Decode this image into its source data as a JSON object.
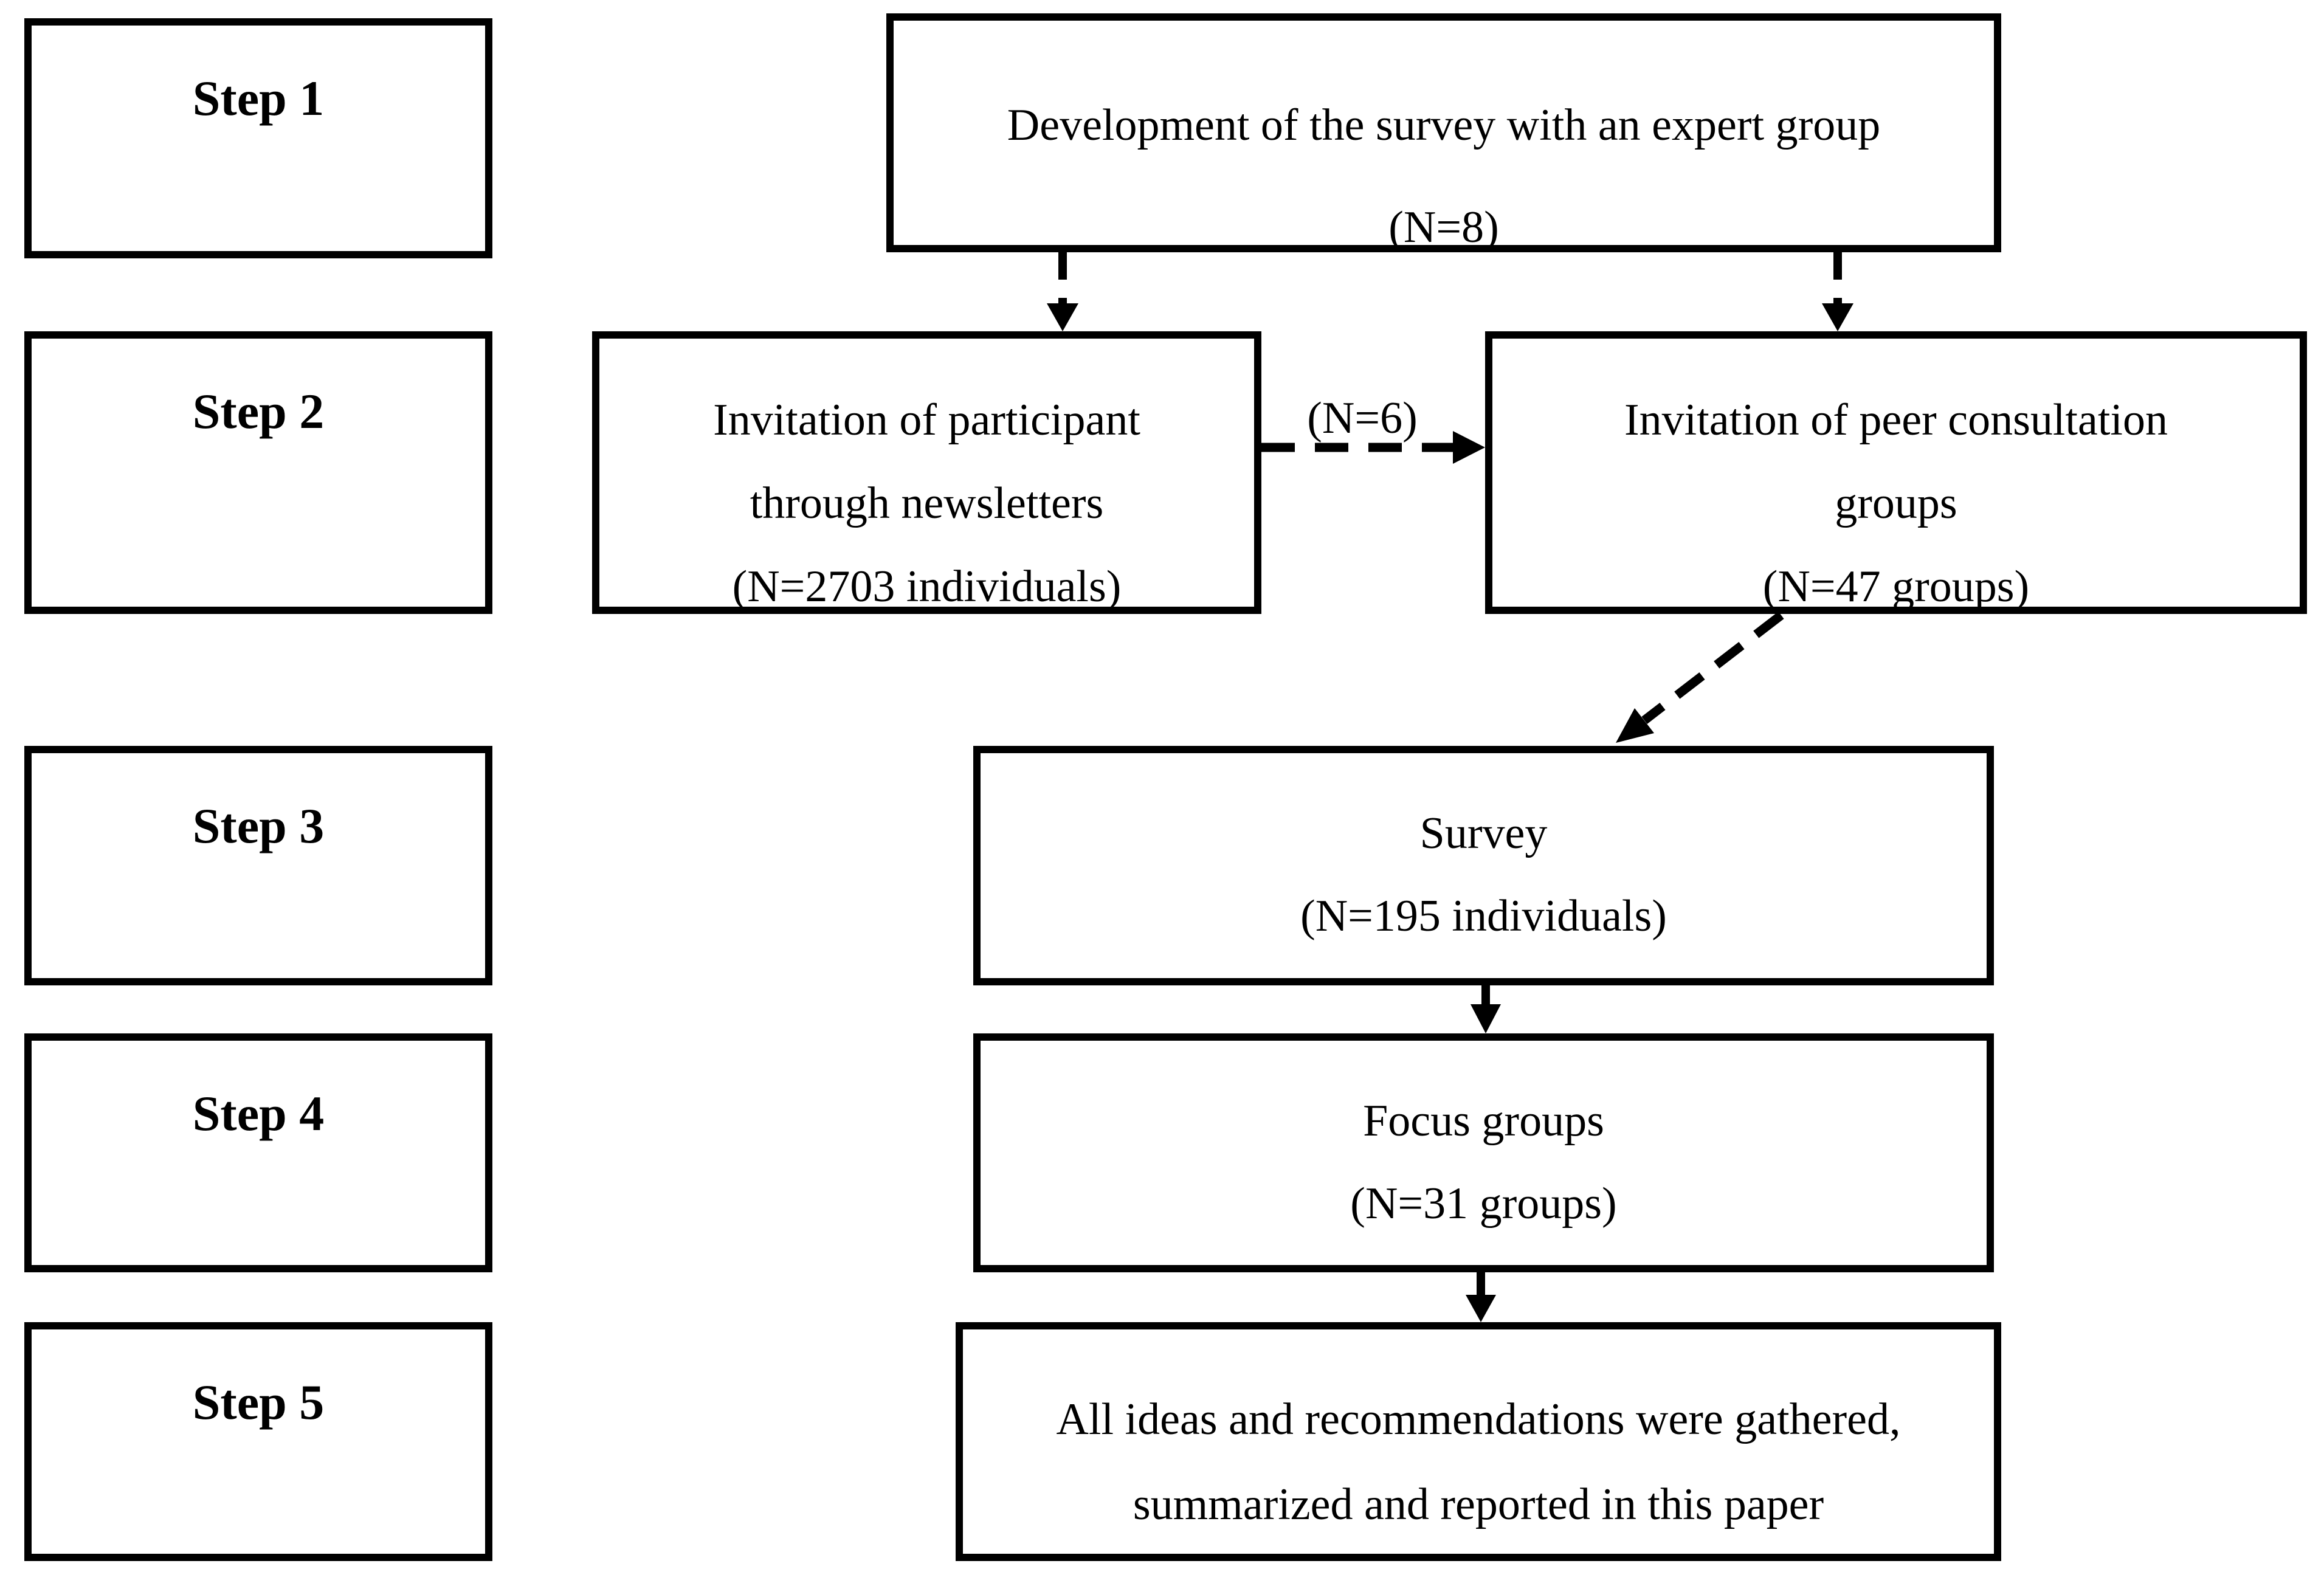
{
  "diagram": {
    "title_hint": "Five-step study flowchart",
    "colors": {
      "background": "#ffffff",
      "line": "#000000",
      "text": "#000000"
    },
    "steps": [
      {
        "label": "Step 1"
      },
      {
        "label": "Step 2"
      },
      {
        "label": "Step 3"
      },
      {
        "label": "Step 4"
      },
      {
        "label": "Step 5"
      }
    ],
    "boxes": {
      "development": {
        "lines": [
          "Development of the survey with an expert group",
          "(N=8)"
        ]
      },
      "invite_participants": {
        "lines": [
          "Invitation of participant",
          "through newsletters",
          "(N=2703 individuals)"
        ]
      },
      "invite_peer_groups": {
        "lines": [
          "Invitation of peer consultation",
          "groups",
          "(N=47 groups)"
        ]
      },
      "survey": {
        "lines": [
          "Survey",
          "(N=195 individuals)"
        ]
      },
      "focus_groups": {
        "lines": [
          "Focus groups",
          "(N=31 groups)"
        ]
      },
      "summary": {
        "lines": [
          "All ideas and recommendations were gathered,",
          "summarized and reported in this paper"
        ]
      }
    },
    "arrow_labels": {
      "n6": "(N=6)"
    }
  }
}
